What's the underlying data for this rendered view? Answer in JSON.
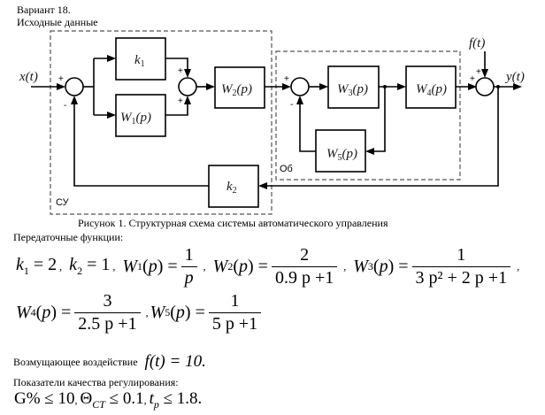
{
  "header": {
    "variant": "Вариант 18.",
    "initial_data": "Исходные данные"
  },
  "diagram": {
    "input": "x(t)",
    "output": "y(t)",
    "disturbance": "f(t)",
    "blocks": {
      "k1": "k1",
      "w1": "W1(p)",
      "w2": "W2(p)",
      "w3": "W3(p)",
      "w4": "W4(p)",
      "w5": "W5(p)",
      "k2": "k2"
    },
    "groups": {
      "controller": "СУ",
      "plant": "Об"
    },
    "signs": {
      "plus": "+",
      "minus": "-"
    },
    "caption": "Рисунок 1. Структурная схема системы автоматического управления"
  },
  "transfer_functions": {
    "heading": "Передаточные функции:",
    "k1": {
      "name": "k",
      "sub": "1",
      "value": "2"
    },
    "k2": {
      "name": "k",
      "sub": "2",
      "value": "1"
    },
    "w1": {
      "name": "W",
      "sub": "1",
      "num": "1",
      "den": "p"
    },
    "w2": {
      "name": "W",
      "sub": "2",
      "num": "2",
      "den": "0.9 p +1"
    },
    "w3": {
      "name": "W",
      "sub": "3",
      "num": "1",
      "den": "3 p² + 2 p +1"
    },
    "w4": {
      "name": "W",
      "sub": "4",
      "num": "3",
      "den": "2.5 p +1"
    },
    "w5": {
      "name": "W",
      "sub": "5",
      "num": "1",
      "den": "5 p +1"
    }
  },
  "disturbance": {
    "label": "Возмущающее воздействие",
    "expr": "f(t) = 10."
  },
  "quality": {
    "heading": "Показатели качества регулирования:",
    "overshoot": "G% ≤ 10",
    "static_error_sym": "Θ",
    "static_error_sub": "CT",
    "static_error_val": "≤ 0.1",
    "settle_sym": "t",
    "settle_sub": "p",
    "settle_val": "≤ 1.8."
  }
}
